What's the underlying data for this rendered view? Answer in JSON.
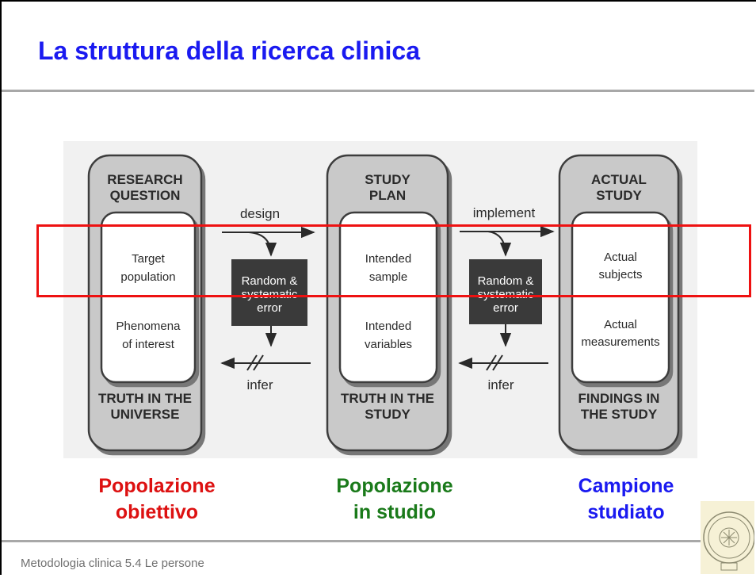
{
  "title": "La struttura della ricerca clinica",
  "footer": "Metodologia clinica 5.4 Le persone",
  "diagram": {
    "columns": [
      {
        "header": [
          "RESEARCH",
          "QUESTION"
        ],
        "inner": [
          "Target",
          "population",
          "Phenomena",
          "of interest"
        ],
        "footer": [
          "TRUTH IN THE",
          "UNIVERSE"
        ]
      },
      {
        "header": [
          "STUDY",
          "PLAN"
        ],
        "inner": [
          "Intended",
          "sample",
          "Intended",
          "variables"
        ],
        "footer": [
          "TRUTH IN THE",
          "STUDY"
        ]
      },
      {
        "header": [
          "ACTUAL",
          "STUDY"
        ],
        "inner": [
          "Actual",
          "subjects",
          "Actual",
          "measurements"
        ],
        "footer": [
          "FINDINGS IN",
          "THE STUDY"
        ]
      }
    ],
    "links": [
      {
        "forward": "design",
        "back": "infer",
        "error": [
          "Random &",
          "systematic",
          "error"
        ]
      },
      {
        "forward": "implement",
        "back": "infer",
        "error": [
          "Random &",
          "systematic",
          "error"
        ]
      }
    ]
  },
  "populations": [
    {
      "line1": "Popolazione",
      "line2": "obiettivo",
      "color": "#dd1111"
    },
    {
      "line1": "Popolazione",
      "line2": "in studio",
      "color": "#1a7a1a"
    },
    {
      "line1": "Campione",
      "line2": "studiato",
      "color": "#1a1af0"
    }
  ],
  "colors": {
    "title": "#1a1af0",
    "highlight": "#ee1111"
  },
  "icons": {
    "logo": "university-seal-icon"
  }
}
